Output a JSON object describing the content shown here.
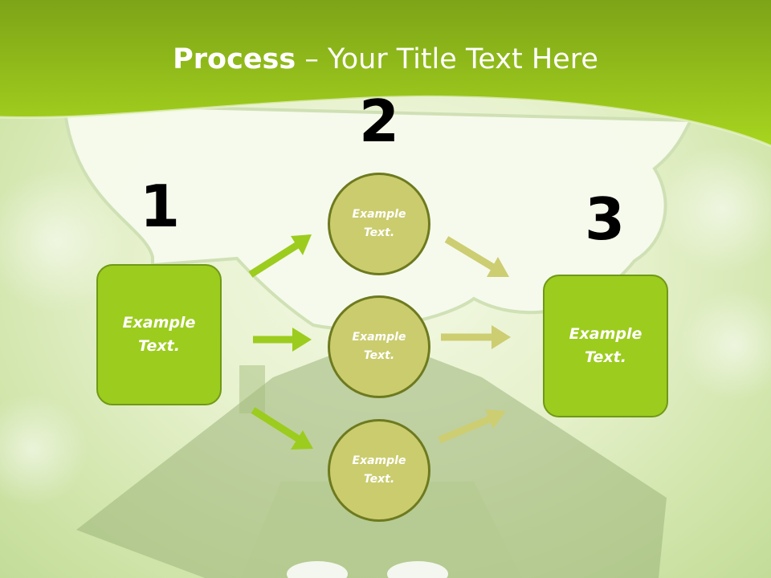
{
  "header": {
    "title_bold": "Process",
    "title_rest": " – Your Title Text Here"
  },
  "steps": {
    "one": "1",
    "two": "2",
    "three": "3"
  },
  "left_box": {
    "text": "Example Text."
  },
  "right_box": {
    "text": "Example Text."
  },
  "circles": [
    {
      "text": "Example Text."
    },
    {
      "text": "Example Text."
    },
    {
      "text": "Example Text."
    }
  ],
  "colors": {
    "header_green": "#9ccc1e",
    "box_fill": "#9ccc1e",
    "circle_fill": "#cbcc6e",
    "arrow_in": "#9ccc1e",
    "arrow_out": "#cdcd72"
  }
}
